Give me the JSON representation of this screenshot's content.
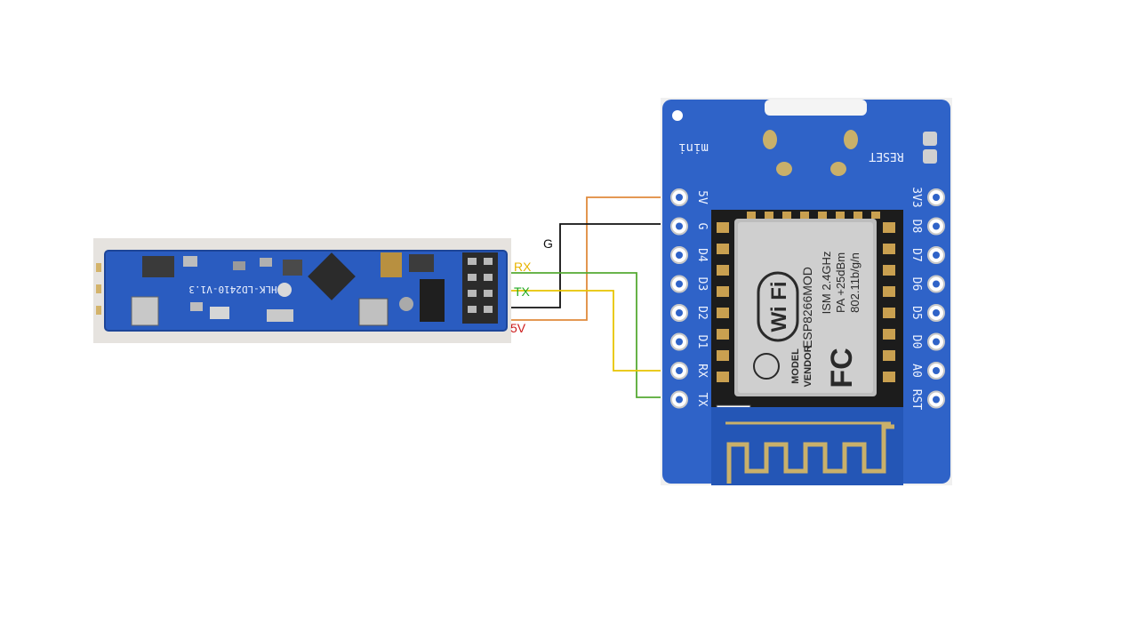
{
  "sensor_board": {
    "model_label": "HLK-LD2410-V1.3",
    "pins": [
      "RX",
      "TX",
      "5V"
    ],
    "pin_colors": [
      "#e8b400",
      "#22aa22",
      "#cc1a1a"
    ]
  },
  "wire_labels": {
    "ground": "G",
    "rx": "RX",
    "tx": "TX",
    "power": "5V"
  },
  "wire_colors": {
    "ground": "#111111",
    "rx": "#e8c400",
    "tx": "#55aa33",
    "power": "#e08a3c"
  },
  "mcu_board": {
    "brand_text": "mini",
    "reset_label": "RESET",
    "left_pins": [
      "5V",
      "G",
      "D4",
      "D3",
      "D2",
      "D1",
      "RX",
      "TX"
    ],
    "right_pins": [
      "3V3",
      "D8",
      "D7",
      "D6",
      "D5",
      "D0",
      "A0",
      "RST"
    ],
    "module": {
      "wifi_logo": "Wi Fi",
      "chip_name": "ESP8266MOD",
      "spec_lines": [
        "ISM  2.4GHz",
        "PA  +25dBm",
        "802.11b/g/n"
      ],
      "fc_mark": "FC",
      "model_label": "MODEL",
      "vendor_label": "VENDOR"
    },
    "board_color": "#2f63c8"
  }
}
